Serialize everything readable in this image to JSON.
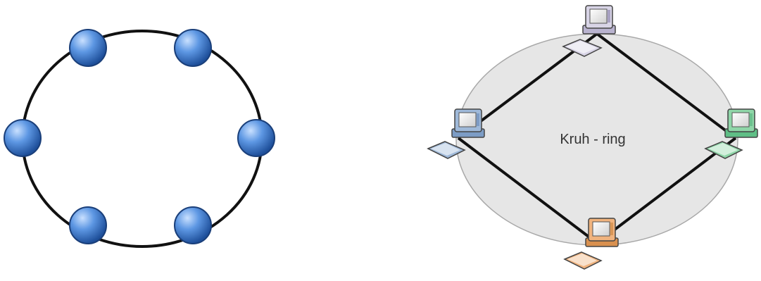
{
  "diagrams": {
    "simple_ring": {
      "node_count": 6,
      "node_color": "#4a86d8",
      "ring_color": "#111111"
    },
    "computer_ring": {
      "label": "Kruh - ring",
      "background_color": "#e6e6e6",
      "computers": [
        {
          "position": "top",
          "color": "#d8d4e6"
        },
        {
          "position": "left",
          "color": "#9fb9d9"
        },
        {
          "position": "right",
          "color": "#8fd6a8"
        },
        {
          "position": "bottom",
          "color": "#f0b37e"
        }
      ]
    }
  }
}
